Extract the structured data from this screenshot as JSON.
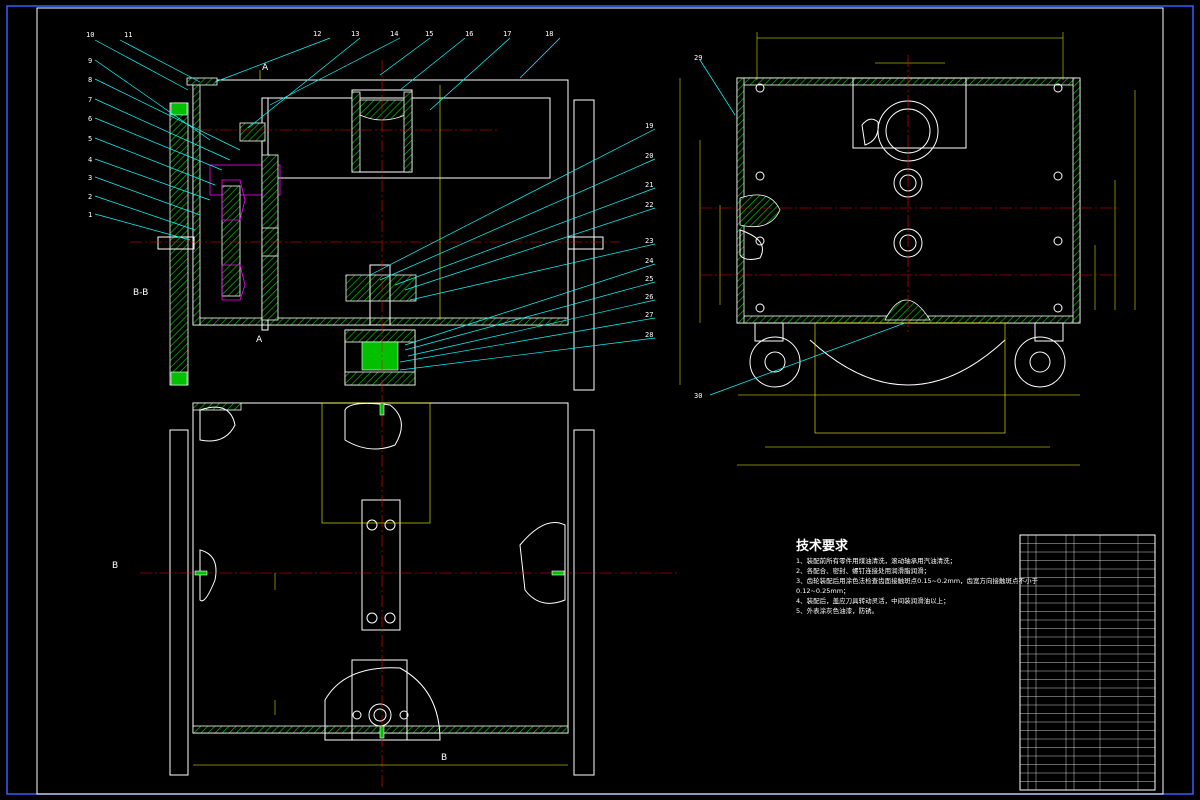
{
  "balloons_left": [
    "1",
    "2",
    "3",
    "4",
    "5",
    "6",
    "7",
    "8",
    "9",
    "10",
    "11",
    "12",
    "13",
    "14",
    "15",
    "16",
    "17",
    "18"
  ],
  "balloons_right": [
    "19",
    "20",
    "21",
    "22",
    "23",
    "24",
    "25",
    "26",
    "27",
    "28"
  ],
  "balloons_side": [
    "29",
    "30"
  ],
  "section_labels": {
    "a_top": "A",
    "a_bottom": "A",
    "bb_view": "B-B",
    "b_left": "B",
    "b_bottom": "B"
  },
  "notes": {
    "title": "技术要求",
    "lines": [
      "1、装配前所有零件用煤油清洗，滚动轴承用汽油清洗；",
      "2、各配合、密封、螺钉连接处用润滑脂润滑；",
      "3、齿轮装配后用涂色法检查齿面接触斑点0.15~0.2mm，齿宽方向接触斑点不小于",
      "0.12~0.25mm；",
      "4、装配后，盖应刀具转动灵活，中间装润滑油以上；",
      "5、外表涂灰色油漆，防锈。"
    ]
  },
  "title_block": {
    "rows": 30
  }
}
